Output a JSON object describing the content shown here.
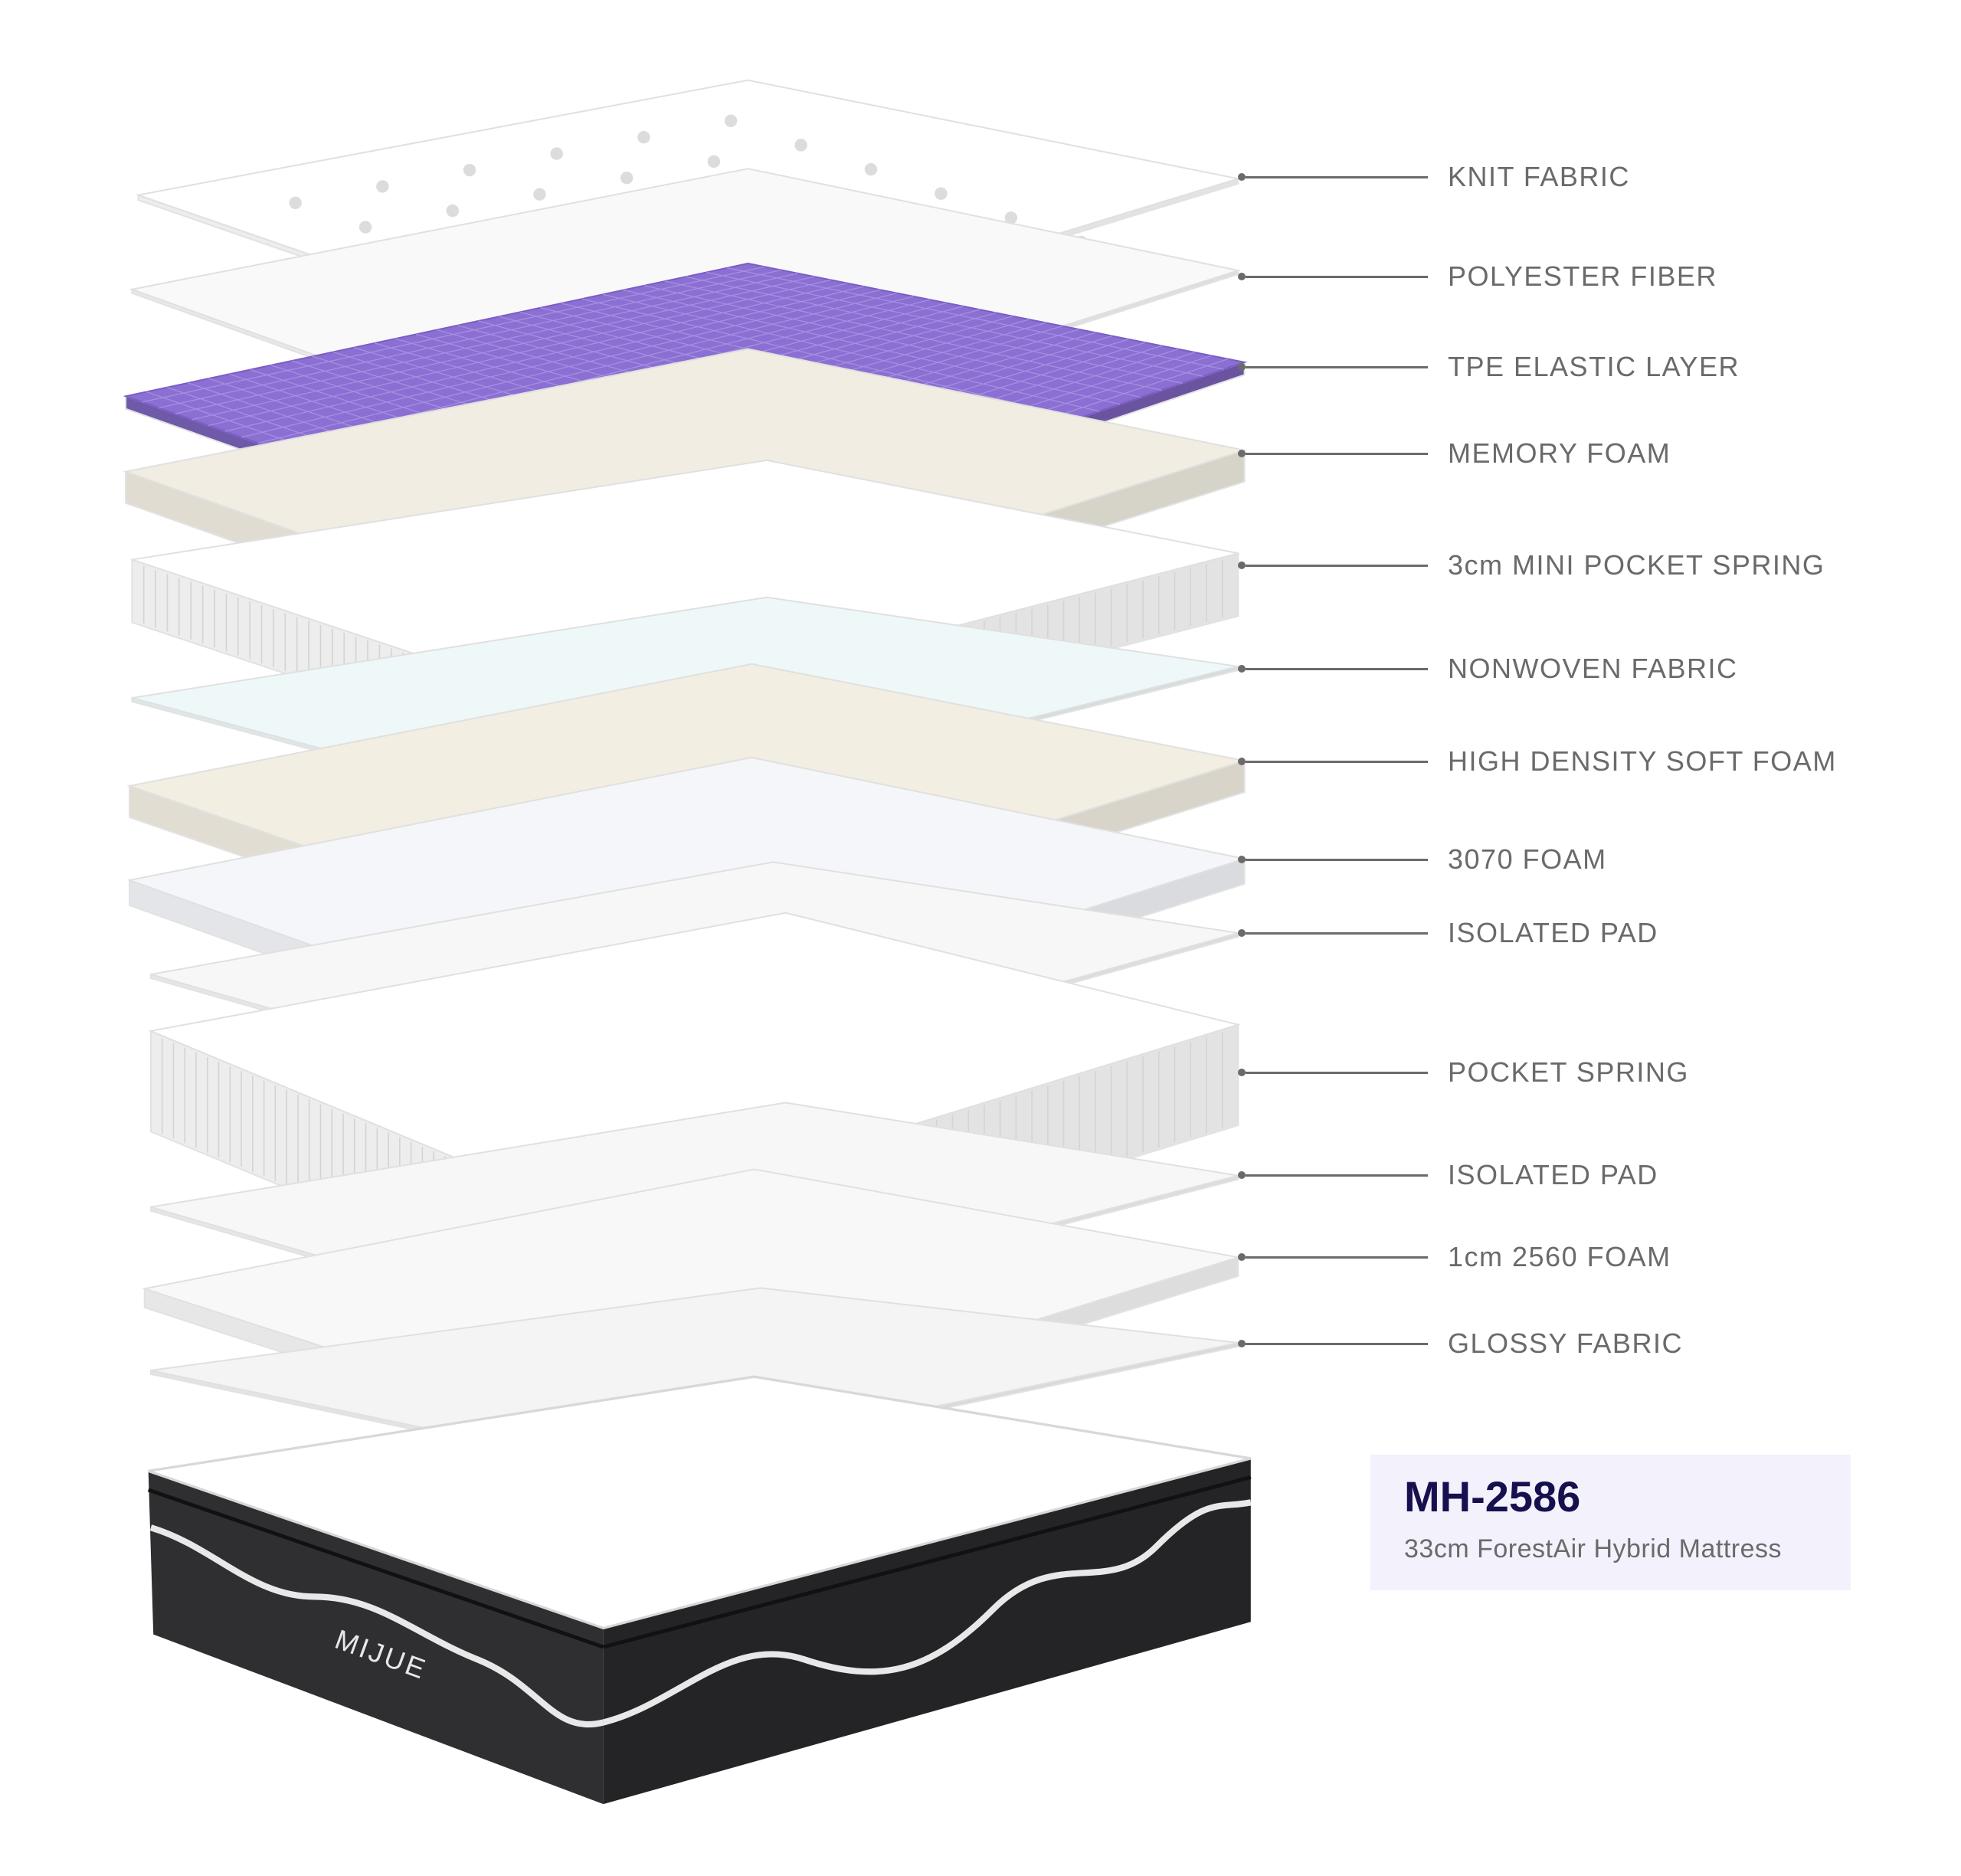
{
  "diagram": {
    "layers": [
      {
        "label": "KNIT FABRIC",
        "color": "#ffffff",
        "kind": "quilt"
      },
      {
        "label": "POLYESTER FIBER",
        "color": "#f9f9f9",
        "kind": "sheet"
      },
      {
        "label": "TPE ELASTIC LAYER",
        "color": "#8b6fd3",
        "kind": "grid"
      },
      {
        "label": "MEMORY FOAM",
        "color": "#f1ede2",
        "kind": "foam"
      },
      {
        "label": "3cm MINI POCKET SPRING",
        "color": "#ffffff",
        "kind": "spring"
      },
      {
        "label": "NONWOVEN FABRIC",
        "color": "#eef8f8",
        "kind": "sheet"
      },
      {
        "label": "HIGH DENSITY SOFT FOAM",
        "color": "#f3eee2",
        "kind": "foam"
      },
      {
        "label": "3070 FOAM",
        "color": "#f5f6f9",
        "kind": "foam"
      },
      {
        "label": "ISOLATED PAD",
        "color": "#f7f7f7",
        "kind": "sheet"
      },
      {
        "label": "POCKET SPRING",
        "color": "#ffffff",
        "kind": "spring"
      },
      {
        "label": "ISOLATED PAD",
        "color": "#f7f7f7",
        "kind": "sheet"
      },
      {
        "label": "1cm 2560 FOAM",
        "color": "#f8f8f8",
        "kind": "foam"
      },
      {
        "label": "GLOSSY FABRIC",
        "color": "#f4f4f4",
        "kind": "sheet"
      }
    ],
    "mattress": {
      "brand": "MIJUE",
      "side_color": "#2f2f32",
      "top_color": "#ffffff"
    }
  },
  "product": {
    "model": "MH-2586",
    "description": "33cm ForestAir Hybrid Mattress"
  }
}
